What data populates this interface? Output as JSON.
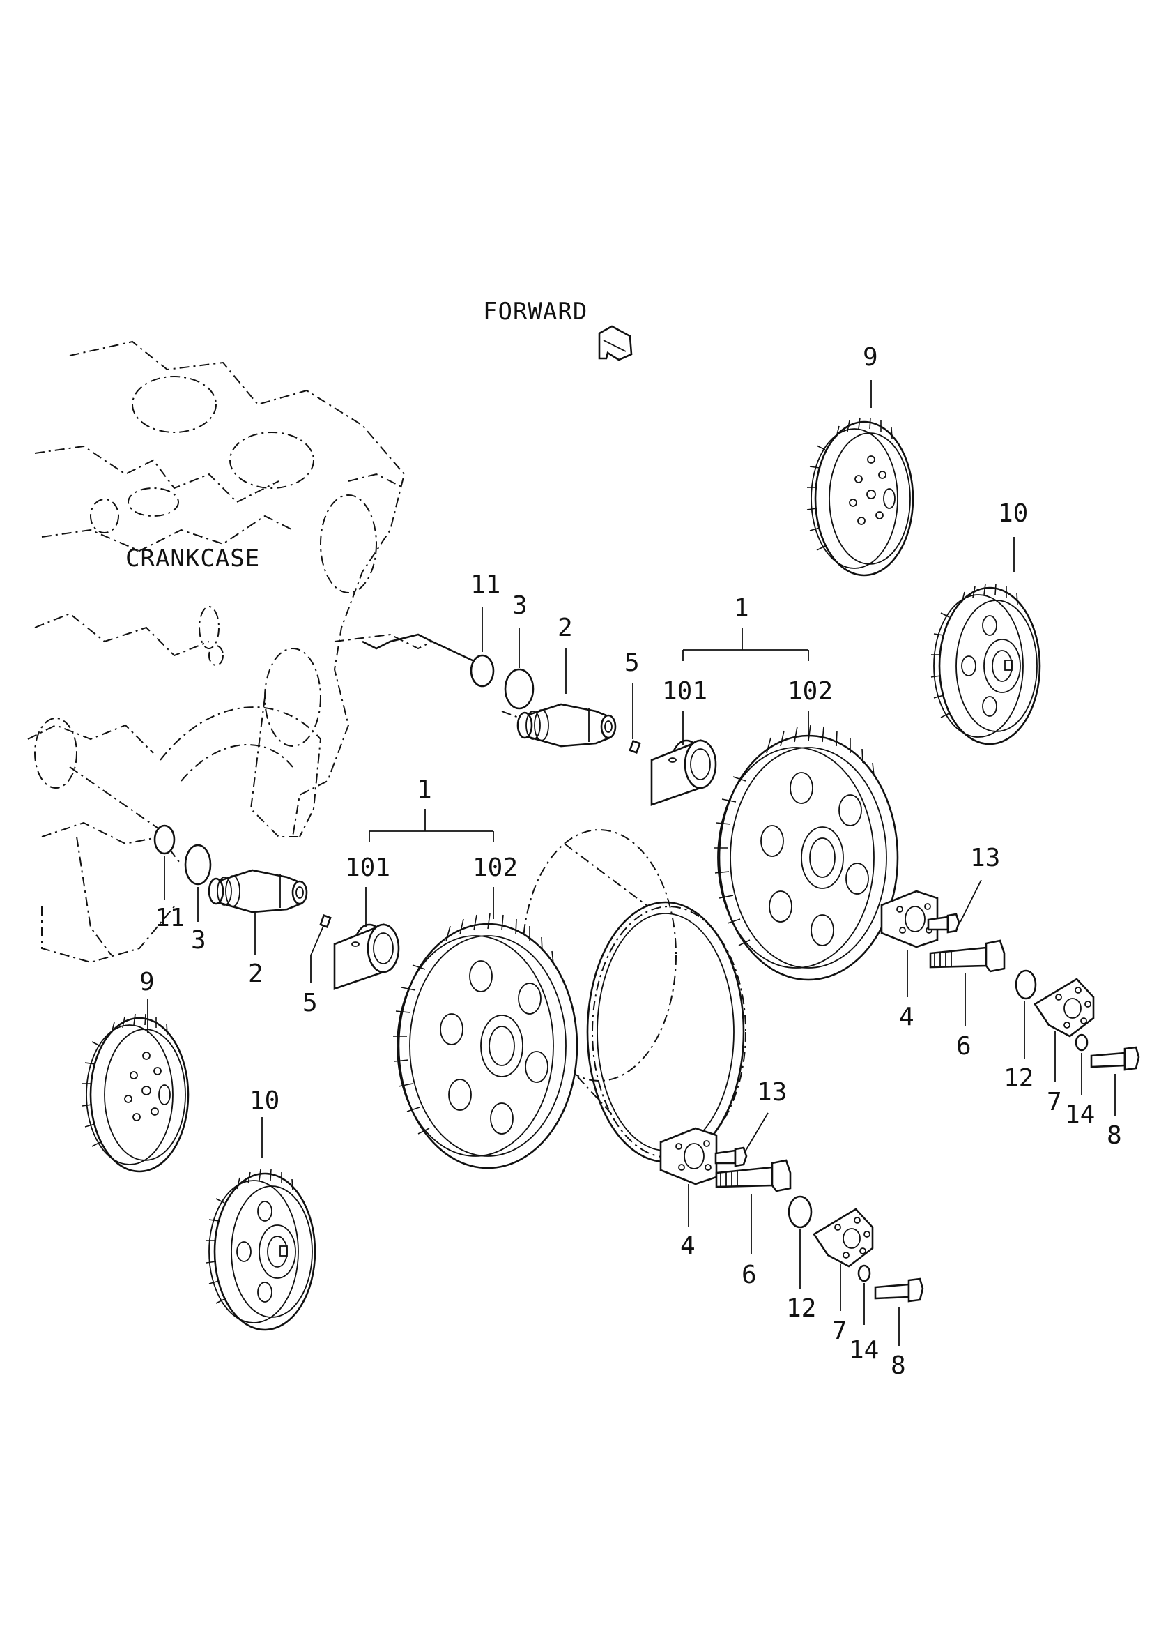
{
  "labels": {
    "forward": "FORWARD",
    "crankcase": "CRANKCASE"
  },
  "callouts": {
    "upper": {
      "n1": "1",
      "n101": "101",
      "n102": "102",
      "n2": "2",
      "n3": "3",
      "n5": "5",
      "n11": "11",
      "n9": "9",
      "n10": "10",
      "n13": "13",
      "n4": "4",
      "n6": "6",
      "n12": "12",
      "n7": "7",
      "n14": "14",
      "n8": "8"
    },
    "lower": {
      "n1": "1",
      "n101": "101",
      "n102": "102",
      "n2": "2",
      "n3": "3",
      "n5": "5",
      "n11": "11",
      "n9": "9",
      "n10": "10",
      "n13": "13",
      "n4": "4",
      "n6": "6",
      "n12": "12",
      "n7": "7",
      "n14": "14",
      "n8": "8"
    }
  }
}
